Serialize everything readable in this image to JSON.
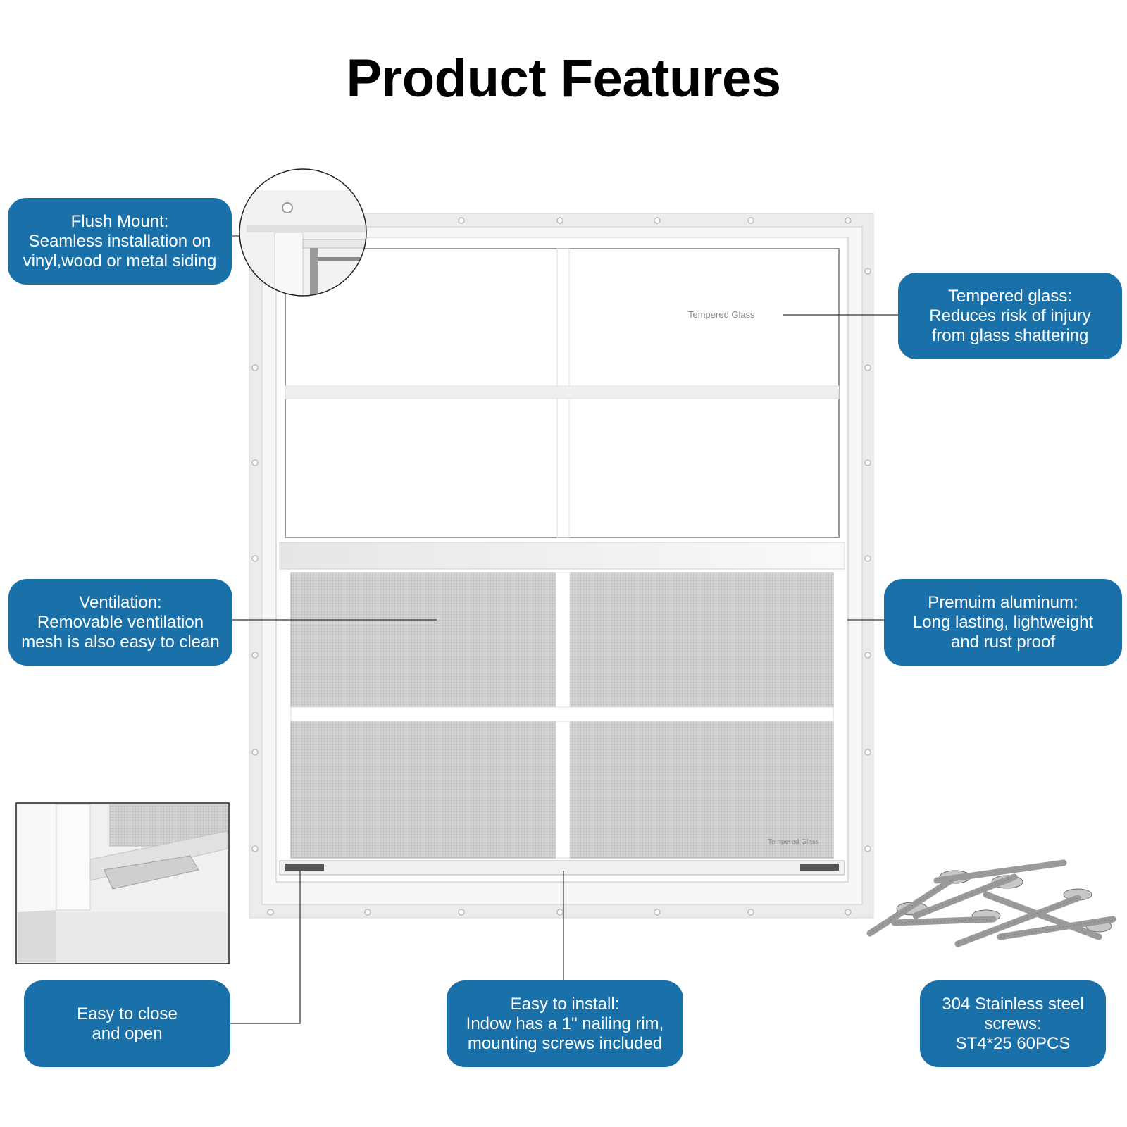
{
  "title": "Product Features",
  "window_labels": {
    "glass_upper": "Tempered Glass",
    "glass_lower": "Tempered Glass"
  },
  "callouts": {
    "flush_mount": [
      "Flush Mount:",
      "Seamless installation on",
      "vinyl,wood or metal siding"
    ],
    "tempered_glass": [
      "Tempered glass:",
      "Reduces risk of injury",
      "from glass shattering"
    ],
    "ventilation": [
      "Ventilation:",
      "Removable ventilation",
      "mesh is also easy to clean"
    ],
    "aluminum": [
      "Premuim aluminum:",
      "Long lasting, lightweight",
      "and rust proof"
    ],
    "close_open": [
      "Easy to close",
      "and open"
    ],
    "install": [
      "Easy to install:",
      "Indow has a 1\" nailing rim,",
      "mounting screws included"
    ],
    "screws": [
      "304 Stainless steel",
      "screws:",
      "ST4*25 60PCS"
    ]
  },
  "colors": {
    "callout_bg": "#1a70a8",
    "callout_text": "#ffffff",
    "frame": "#f4f4f4",
    "mesh": "#c9c9c9"
  },
  "icons": [
    "window-illustration",
    "corner-zoom-detail",
    "latch-detail-image",
    "screws-pile-image"
  ]
}
